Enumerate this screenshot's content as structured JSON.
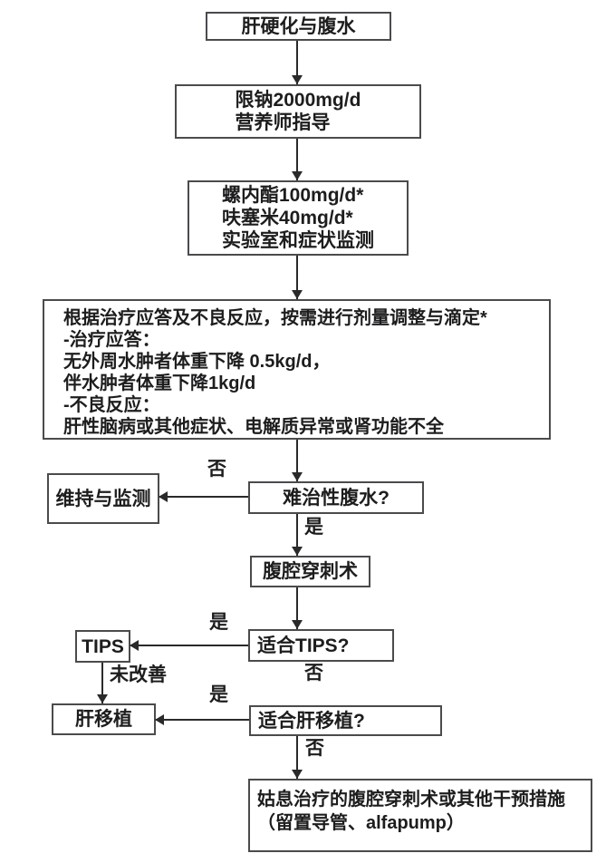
{
  "nodes": {
    "start": {
      "label": "肝硬化与腹水"
    },
    "sodium": {
      "lines": [
        "限钠2000mg/d",
        "营养师指导"
      ]
    },
    "diuretics": {
      "lines": [
        "螺内酯100mg/d*",
        "呋塞米40mg/d*",
        "实验室和症状监测"
      ]
    },
    "titration": {
      "lines": [
        "根据治疗应答及不良反应，按需进行剂量调整与滴定*",
        "-治疗应答：",
        "无外周水肿者体重下降 0.5kg/d，",
        "伴水肿者体重下降1kg/d",
        "-不良反应：",
        "肝性脑病或其他症状、电解质异常或肾功能不全"
      ]
    },
    "refractory_q": {
      "label": "难治性腹水?"
    },
    "maintain": {
      "label": "维持与监测"
    },
    "paracentesis": {
      "label": "腹腔穿刺术"
    },
    "tips_q": {
      "label": "适合TIPS?"
    },
    "tips": {
      "label": "TIPS"
    },
    "transplant_q": {
      "label": "适合肝移植?"
    },
    "transplant": {
      "label": "肝移植"
    },
    "palliative": {
      "lines": [
        "姑息治疗的腹腔穿刺术或其他干预措施",
        "（留置导管、alfapump）"
      ]
    }
  },
  "edge_labels": {
    "refractory_no": "否",
    "refractory_yes": "是",
    "tips_yes": "是",
    "tips_no": "否",
    "tips_not_improved": "未改善",
    "transplant_yes": "是",
    "transplant_no": "否"
  },
  "colors": {
    "background": "#ffffff",
    "box_border": "#4b4b4e",
    "arrow": "#2a2a2c",
    "text": "#1d1d1f"
  }
}
